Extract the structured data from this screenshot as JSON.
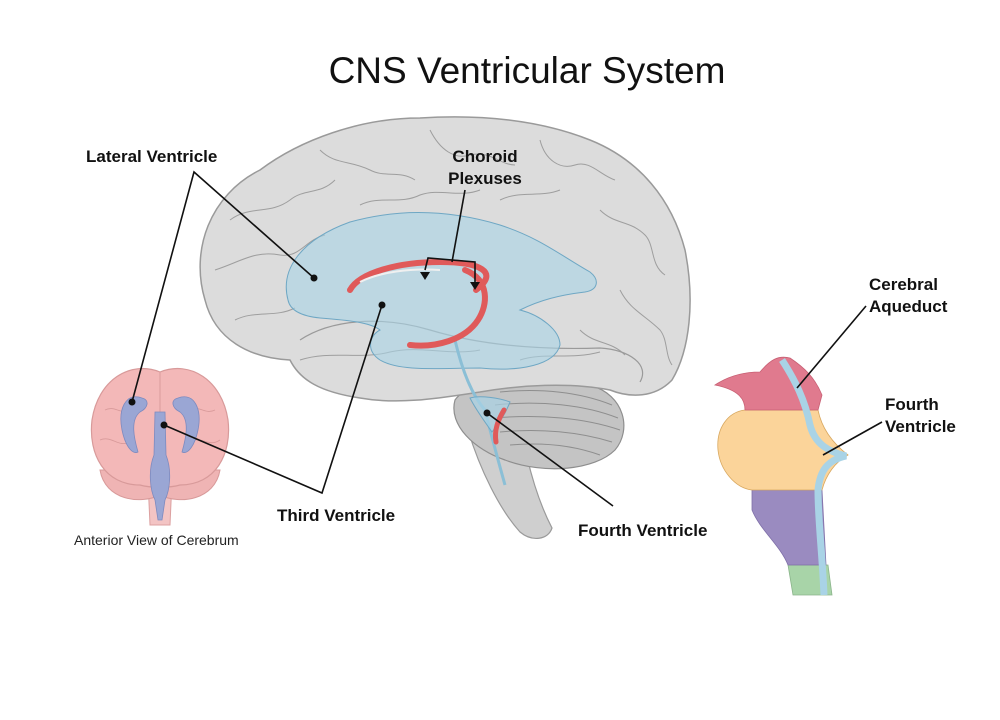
{
  "title": "CNS Ventricular System",
  "labels": {
    "lateral_ventricle": "Lateral Ventricle",
    "choroid_line1": "Choroid",
    "choroid_line2": "Plexuses",
    "third_ventricle": "Third Ventricle",
    "fourth_ventricle_main": "Fourth Ventricle",
    "cerebral_line1": "Cerebral",
    "cerebral_line2": "Aqueduct",
    "fourth_line1": "Fourth",
    "fourth_line2": "Ventricle"
  },
  "caption": "Anterior View of Cerebrum",
  "colors": {
    "brain_gray": "#d9d9d9",
    "brain_outline": "#9a9a9a",
    "ventricle_blue": "#a9d3e6",
    "choroid_red": "#e05a5a",
    "anterior_pink": "#f3b8b8",
    "anterior_ventricle": "#9aa6d4",
    "midbrain_pink": "#e07a8e",
    "pons_orange": "#fbd49a",
    "medulla_purple": "#9a8bc0",
    "cord_green": "#a8d4a8",
    "canal_blue": "#a9d3e6"
  }
}
